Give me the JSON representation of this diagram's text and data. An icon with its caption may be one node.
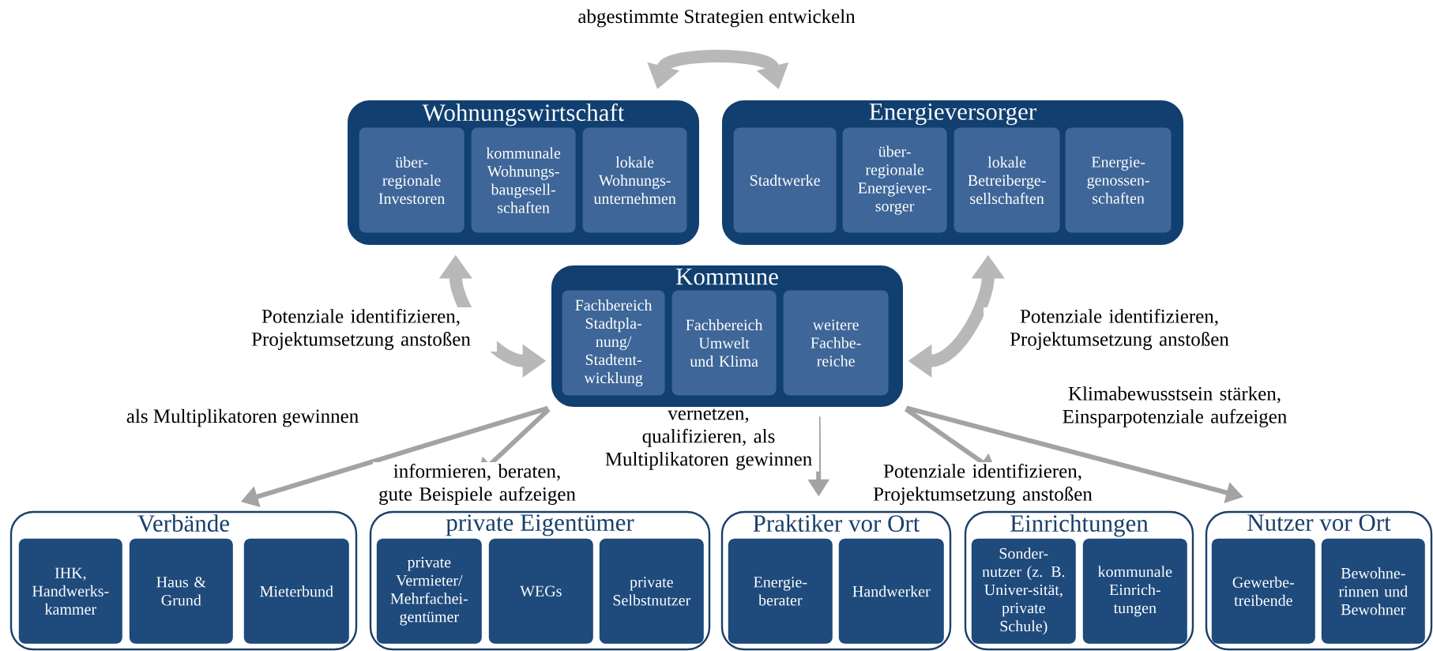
{
  "diagram": {
    "nodes": [
      {
        "text": [
          "Wohnungswirtschaft"
        ]
      },
      {
        "text": [
          "über-regionale Investoren"
        ],
        "in": 0
      },
      {
        "text": [
          "kommunale Wohnungs-baugesell-schaften"
        ],
        "in": 0
      },
      {
        "text": [
          "lokale Wohnungs-unternehmen"
        ],
        "in": 0
      },
      {
        "text": [
          "Energieversorger"
        ]
      },
      {
        "text": [
          "Stadtwerke"
        ],
        "in": 4
      },
      {
        "text": [
          "über-regionale Energiever-sorger"
        ],
        "in": 4
      },
      {
        "text": [
          "lokale Betreiberge-sellschaften"
        ],
        "in": 4
      },
      {
        "text": [
          "Energie-genossen-schaften"
        ],
        "in": 4
      },
      {
        "text": [
          "Kommune"
        ]
      },
      {
        "text": [
          "Fachbereich Stadtpla-nung/ Stadtent-wicklung"
        ],
        "in": 9
      },
      {
        "text": [
          "Fachbereich Umwelt und Klima"
        ],
        "in": 9
      },
      {
        "text": [
          "weitere Fachbe-reiche"
        ],
        "in": 9
      },
      {
        "text": [
          "Verbände"
        ]
      },
      {
        "text": [
          "IHK, Handwerks-kammer"
        ],
        "in": 13
      },
      {
        "text": [
          "Haus & Grund"
        ],
        "in": 13
      },
      {
        "text": [
          "Mieterbund"
        ],
        "in": 13
      },
      {
        "text": [
          "private Eigentümer"
        ]
      },
      {
        "text": [
          "private Vermieter/ Mehrfachei-gentümer"
        ],
        "in": 17
      },
      {
        "text": [
          "WEGs"
        ],
        "in": 17
      },
      {
        "text": [
          "private Selbstnutzer"
        ],
        "in": 17
      },
      {
        "text": [
          "Praktiker vor Ort"
        ]
      },
      {
        "text": [
          "Energie-berater"
        ],
        "in": 21
      },
      {
        "text": [
          "Handwerker"
        ],
        "in": 21
      },
      {
        "text": [
          "Einrichtungen"
        ]
      },
      {
        "text": [
          "Sonder-nutzer (z. B. Univer-sität, private Schule)"
        ],
        "in": 24
      },
      {
        "text": [
          "kommunale Einrich-tungen"
        ],
        "in": 24
      },
      {
        "text": [
          "Nutzer vor Ort"
        ]
      },
      {
        "text": [
          "Gewerbe-treibende"
        ],
        "in": 27
      },
      {
        "text": [
          "Bewohne-rinnen und Bewohner"
        ],
        "in": 27
      }
    ],
    "edges": [
      {
        "from": 0,
        "to": 4,
        "arrow": "both",
        "label": "abgestimmte Strategien entwickeln",
        "style": "thick",
        "color": "#b8b8b8"
      },
      {
        "from": 0,
        "to": 9,
        "arrow": "both",
        "label": "Potenziale identifizieren, Projektumsetzung anstoßen",
        "style": "thick",
        "color": "#b8b8b8"
      },
      {
        "from": 4,
        "to": 9,
        "arrow": "both",
        "label": "Potenziale identifizieren, Projektumsetzung anstoßen",
        "style": "thick",
        "color": "#b8b8b8"
      },
      {
        "from": 9,
        "to": 13,
        "arrow": "to",
        "label": "als Multiplikatoren gewinnen"
      },
      {
        "from": 9,
        "to": 17,
        "arrow": "to",
        "label": "informieren, beraten, gute Beispiele aufzeigen"
      },
      {
        "from": 9,
        "to": 21,
        "arrow": "to",
        "label": "vernetzen, qualifizieren, als Multiplikatoren gewinnen"
      },
      {
        "from": 9,
        "to": 24,
        "arrow": "to",
        "label": "Potenziale identifizieren, Projektumsetzung anstoßen"
      },
      {
        "from": 9,
        "to": 27,
        "arrow": "to",
        "label": "Klimabewusstsein stärken, Einsparpotenziale aufzeigen"
      }
    ]
  }
}
